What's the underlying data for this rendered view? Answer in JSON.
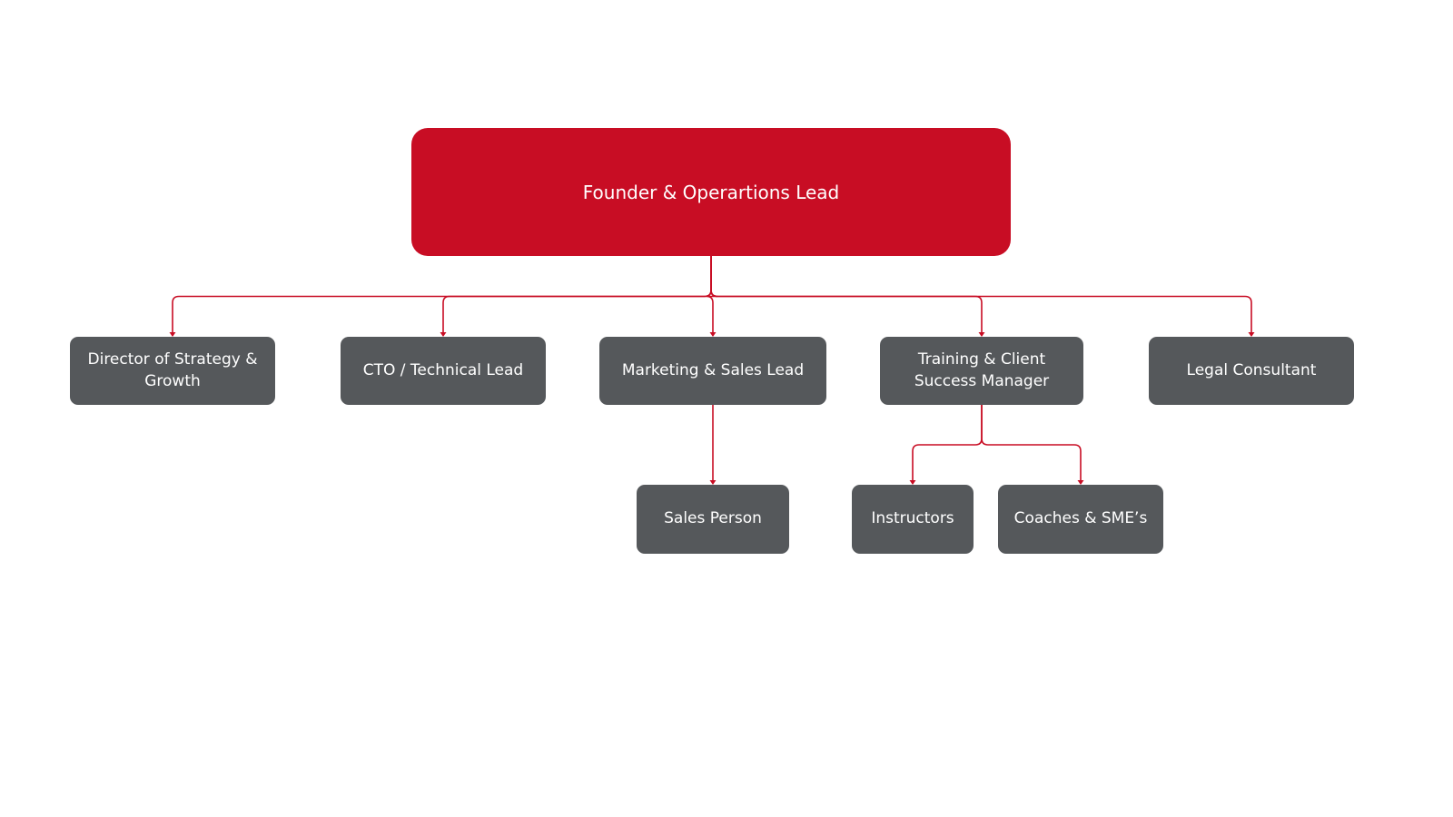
{
  "chart_data": {
    "type": "org-chart",
    "title": "",
    "colors": {
      "root_fill": "#c80d24",
      "node_fill": "#55585b",
      "connector": "#c80d24",
      "text": "#ffffff"
    },
    "nodes": [
      {
        "id": "founder",
        "label": "Founder & Operartions Lead",
        "parent": null,
        "level": 0
      },
      {
        "id": "director",
        "label": "Director of Strategy & Growth",
        "parent": "founder",
        "level": 1
      },
      {
        "id": "cto",
        "label": "CTO / Technical Lead",
        "parent": "founder",
        "level": 1
      },
      {
        "id": "marketing",
        "label": "Marketing & Sales Lead",
        "parent": "founder",
        "level": 1
      },
      {
        "id": "training",
        "label": "Training & Client Success Manager",
        "parent": "founder",
        "level": 1
      },
      {
        "id": "legal",
        "label": "Legal Consultant",
        "parent": "founder",
        "level": 1
      },
      {
        "id": "sales",
        "label": "Sales Person",
        "parent": "marketing",
        "level": 2
      },
      {
        "id": "instructors",
        "label": "Instructors",
        "parent": "training",
        "level": 2
      },
      {
        "id": "coaches",
        "label": "Coaches & SME’s",
        "parent": "training",
        "level": 2
      }
    ]
  }
}
